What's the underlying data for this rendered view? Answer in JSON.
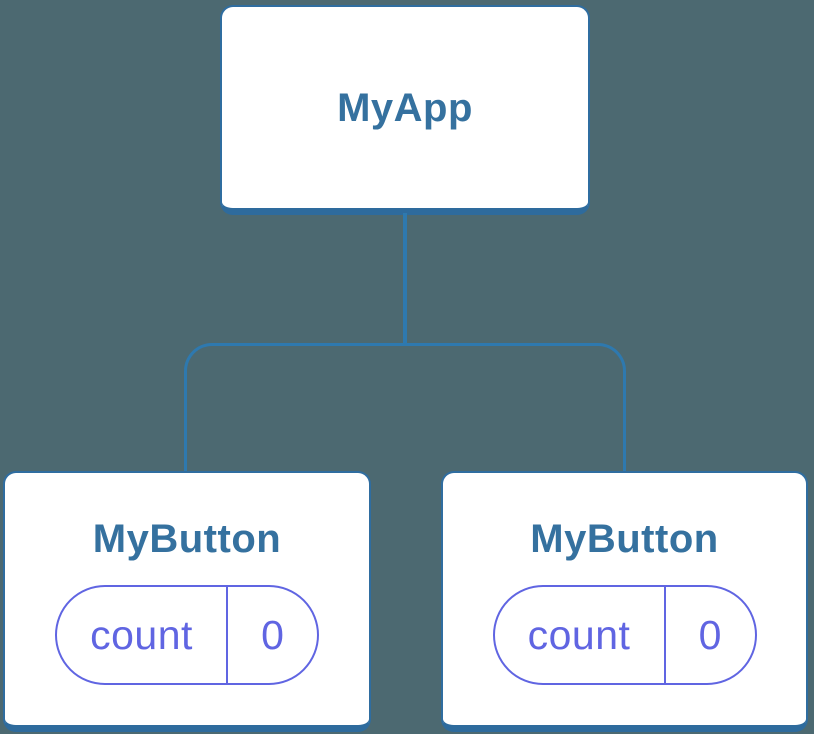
{
  "colors": {
    "page_bg": "#4c6971",
    "node_bg": "#ffffff",
    "node_border": "#2f6da0",
    "node_bottom": "#2e6b9d",
    "connector_color": "#2e79af",
    "title_color": "#35719f",
    "state_color": "#6065e2"
  },
  "tree": {
    "root": {
      "label": "MyApp"
    },
    "children": [
      {
        "label": "MyButton",
        "state": {
          "key": "count",
          "value": "0"
        }
      },
      {
        "label": "MyButton",
        "state": {
          "key": "count",
          "value": "0"
        }
      }
    ]
  }
}
